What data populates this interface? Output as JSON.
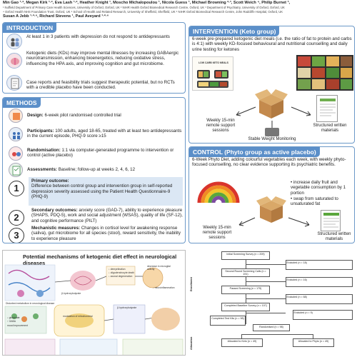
{
  "header": {
    "authors_line1": "Min Gao ¹·², Megan Kirk ¹·², Eva Lash ¹·², Heather Knight ¹, Moscho Michalopoulou ¹, Nicola Guess ¹, Michael Browning ²·³, Scott Weich ⁴, Philip Burnet ³,",
    "affil_line1": "¹ Nuffield Department of Primary Care Health Sciences, University of Oxford, Oxford, UK  ² NIHR Health Oxford Biomedical Research Centre, Oxford, UK  ³ Department of Psychiatry, University of Oxford, Oxford, UK",
    "affil_line2": "⁴ Oxford Health NHS Foundation Trust, Oxford, UK  ⁵ School of Health and Related Research, University of Sheffield, Sheffield, UK  ⁶ NIHR Oxford Biomedical Research Centre, John Radcliffe Hospital, Oxford, UK",
    "authors_line2": "Susan A Jebb ¹·²·⁶, Richard Stevens ¹, Paul Aveyard ¹·²·⁶"
  },
  "introduction": {
    "title": "INTRODUCTION",
    "point1": "At least 1 in 3 patients with depression do not respond to antidepressants",
    "point2": "Ketogenic diets (KDs) may improve mental illnesses by increasing GABAergic neurotransmission, enhancing bioenergetics, reducing oxidative stress, influencing the HPA axis, and improving cognition and gut microbiome.",
    "point3": "Case reports and feasibility trials suggest therapeutic potential, but no RCTs with a credible placebo have been conducted."
  },
  "methods": {
    "title": "METHODS",
    "design": {
      "label": "Design:",
      "text": "6-week pilot randomised controlled trial"
    },
    "participants": {
      "label": "Participants:",
      "text": "100 adults, aged 18-65, treated with at least two antidepressants in the current episode, PHQ-9 score ≥15"
    },
    "randomisation": {
      "label": "Randomisation:",
      "text": "1:1 via computer-generated programme to intervention or control (active placebo)"
    },
    "assessments": {
      "label": "Assessments:",
      "text": "Baseline; follow-up at weeks 2, 4, 6, 12"
    },
    "outcome1": {
      "num": "1",
      "label": "Primary outcome:",
      "text": "Difference between control group and intervention group in self-reported depression severity assessed using the Patient Health Questionnaire-9 (PHQ-9)"
    },
    "outcome2": {
      "num": "2",
      "label": "Secondary outcomes:",
      "text": "anxiety score (GAD-7), ability to experience pleasure (SHAPS, PDQ-5), work and social adjustment (WSAS), quality of life (SF-12), and cognitive performance (PILT)"
    },
    "outcome3": {
      "num": "3",
      "label": "Mechanistic measures:",
      "text": "Changes in cortisol level for awakening response (saliva), gut microbiome for all species (stool), reward sensitivity, the inability to experience pleasure"
    }
  },
  "intervention": {
    "title": "INTERVENTION (Keto group)",
    "text": "6-week pre-prepared ketogenic diet meals (i.e. the ratio of fat to protein and carbs is 4:1) with weekly KD-focused behavioural and nutritional counselling and daily urine testing for ketones",
    "meal_box_label": "LOW CARB KETO MEALS",
    "support_label": "Weekly 15-min remote support sessions",
    "materials_label": "Structured written materials",
    "weight_label": "Stable Weight Monitoring"
  },
  "control": {
    "title": "CONTROL (Phyto group as active placebo)",
    "text": "6-Week Phyto Diet, adding colourful vegetables each week, with weekly phyto-focused counselling, no clear evidence supporting its psychiatric benefits.",
    "bullet1": "increase daily fruit and vegetable consumption by 1 portion",
    "bullet2": "swap from saturated to unsaturated fat",
    "support_label": "Weekly 15-min remote support sessions",
    "materials_label": "Structured written materials"
  },
  "mechanisms": {
    "title": "Potential mechanisms of ketogenic diet effect in neurological diseases",
    "labels": [
      "↓ demyelination",
      "↓ oligodendrocyte death",
      "↓ axonal degeneration",
      "β-hydroxybutyrate",
      "β-hydroxybutyrate",
      "↓ glutamate",
      "↑ GABA",
      "↓ neuroinflammation",
      "mood improvement",
      "decrease in microglial activity",
      "Disturbed metabolism in neurological disease",
      "modulation of mitochondrial"
    ]
  },
  "consort": {
    "side_labels": [
      "Enrollment",
      "Allocation"
    ],
    "boxes": [
      "Initial Screening Survey (n = 209)",
      "Second Round Screening Calls (n = 191)",
      "Passed Screening (n = 175)",
      "Completed Baseline Survey (n = 107)",
      "Completed Test Kits (n = 98)",
      "Randomised (n = 98)",
      "Allocated to Keto (n = 49)",
      "Allocated to Phyto (n = 49)"
    ],
    "excluded": [
      "Excluded (n = 18)",
      "Excluded (n = 16)",
      "Excluded (n = 68)",
      "Excluded (n = 9)"
    ]
  },
  "colors": {
    "accent": "#5b8fc9",
    "panel_border": "#6b98c8",
    "highlight": "#dbe7f4"
  }
}
